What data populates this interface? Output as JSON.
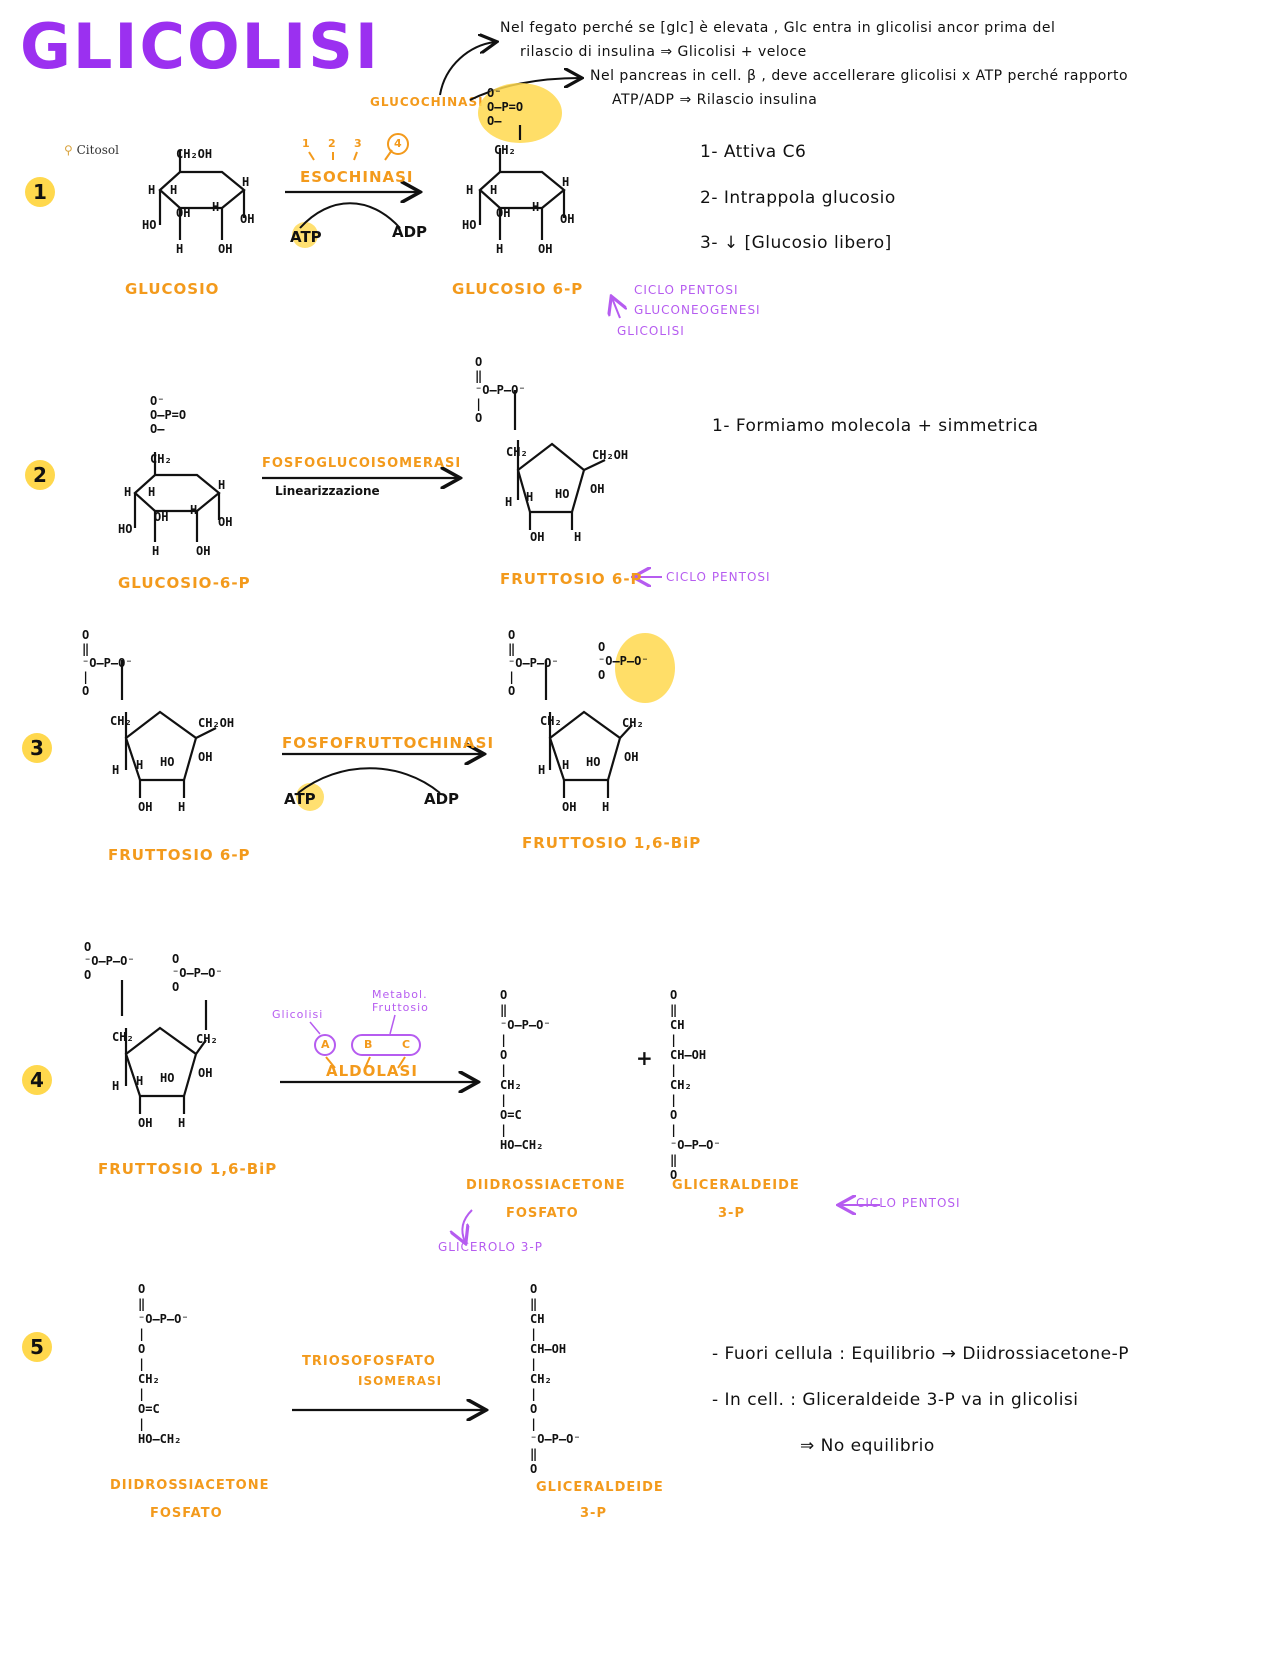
{
  "title": "GLICOLISI",
  "citosol": "Citosol",
  "top_notes": {
    "glucochinasi": "GLUCOCHINASI",
    "line1a": "Nel fegato perché se [glc] è elevata , Glc entra in glicolisi ancor prima del",
    "line1b": "rilascio di insulina ⇒ Glicolisi + veloce",
    "line2a": "Nel pancreas in cell. β , deve accellerare glicolisi x ATP perché rapporto",
    "line2b": "ATP/ADP ⇒ Rilascio insulina"
  },
  "step1": {
    "number": "1",
    "enzyme": "ESOCHINASI",
    "isoforms": [
      "1",
      "2",
      "3",
      "4"
    ],
    "atp": "ATP",
    "adp": "ADP",
    "substrate": "GLUCOSIO",
    "product": "GLUCOSIO 6-P",
    "fates": [
      "CICLO PENTOSI",
      "GLUCONEOGENESI",
      "GLICOLISI"
    ],
    "notes": [
      "1- Attiva C6",
      "2- Intrappola glucosio",
      "3- ↓ [Glucosio libero]"
    ]
  },
  "step2": {
    "number": "2",
    "enzyme": "FOSFOGLUCOISOMERASI",
    "sub_label": "Linearizzazione",
    "substrate": "GLUCOSIO-6-P",
    "product": "FRUTTOSIO 6-P",
    "fate": "CICLO PENTOSI",
    "note": "1- Formiamo molecola + simmetrica"
  },
  "step3": {
    "number": "3",
    "enzyme": "FOSFOFRUTTOCHINASI",
    "atp": "ATP",
    "adp": "ADP",
    "substrate": "FRUTTOSIO 6-P",
    "product": "FRUTTOSIO 1,6-BiP"
  },
  "step4": {
    "number": "4",
    "enzyme": "ALDOLASI",
    "isoforms": [
      "A",
      "B",
      "C"
    ],
    "glicolisi": "Glicolisi",
    "metabol": "Metabol. Fruttosio",
    "substrate": "FRUTTOSIO 1,6-BiP",
    "product1a": "DIIDROSSIACETONE",
    "product1b": "FOSFATO",
    "product1_fate": "GLICEROLO 3-P",
    "plus": "+",
    "product2a": "GLICERALDEIDE",
    "product2b": "3-P",
    "product2_fate": "CICLO PENTOSI"
  },
  "step5": {
    "number": "5",
    "enzyme_a": "TRIOSOFOSFATO",
    "enzyme_b": "ISOMERASI",
    "substrate_a": "DIIDROSSIACETONE",
    "substrate_b": "FOSFATO",
    "product_a": "GLICERALDEIDE",
    "product_b": "3-P",
    "notes": [
      "- Fuori cellula : Equilibrio → Diidrossiacetone-P",
      "- In cell. : Gliceraldeide 3-P va in glicolisi",
      "⇒ No equilibrio"
    ]
  },
  "colors": {
    "title": "#9b30f0",
    "orange": "#f39a1c",
    "purple": "#b65cf0",
    "highlight": "#ffd84d"
  }
}
